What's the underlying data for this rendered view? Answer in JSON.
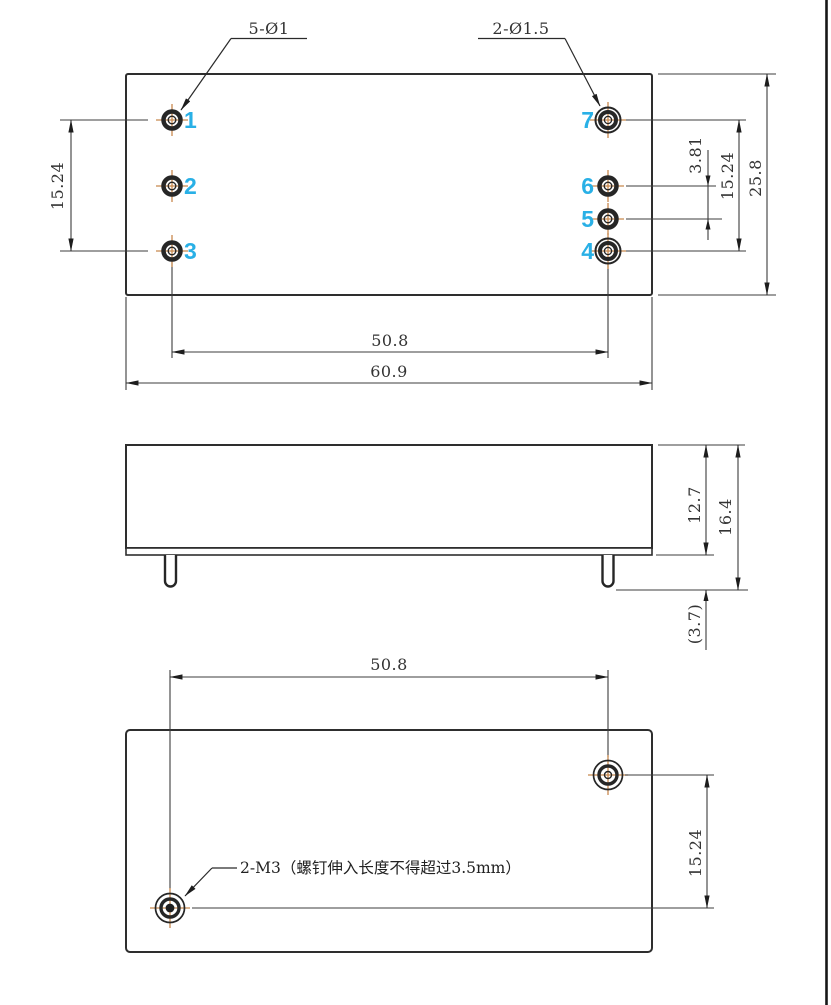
{
  "drawing": {
    "top_view": {
      "callout_small_holes": "5-Ø1",
      "callout_large_holes": "2-Ø1.5",
      "pins": [
        "1",
        "2",
        "3",
        "4",
        "5",
        "6",
        "7"
      ],
      "dim_left_pin_pitch": "15.24",
      "dim_right_pin_gap": "3.81",
      "dim_right_pin_pitch": "15.24",
      "dim_body_height": "25.8",
      "dim_pin_span": "50.8",
      "dim_body_width": "60.9"
    },
    "side_view": {
      "dim_case_height": "12.7",
      "dim_total_height": "16.4",
      "dim_pin_length": "(3.7)"
    },
    "bottom_view": {
      "dim_hole_span": "50.8",
      "dim_hole_offset": "15.24",
      "callout_mounting": "2-M3（螺钉伸入长度不得超过3.5mm）"
    },
    "colors": {
      "pin_number_accent": "#29b0e6",
      "centerline": "#c8894e",
      "line": "#333333"
    }
  }
}
